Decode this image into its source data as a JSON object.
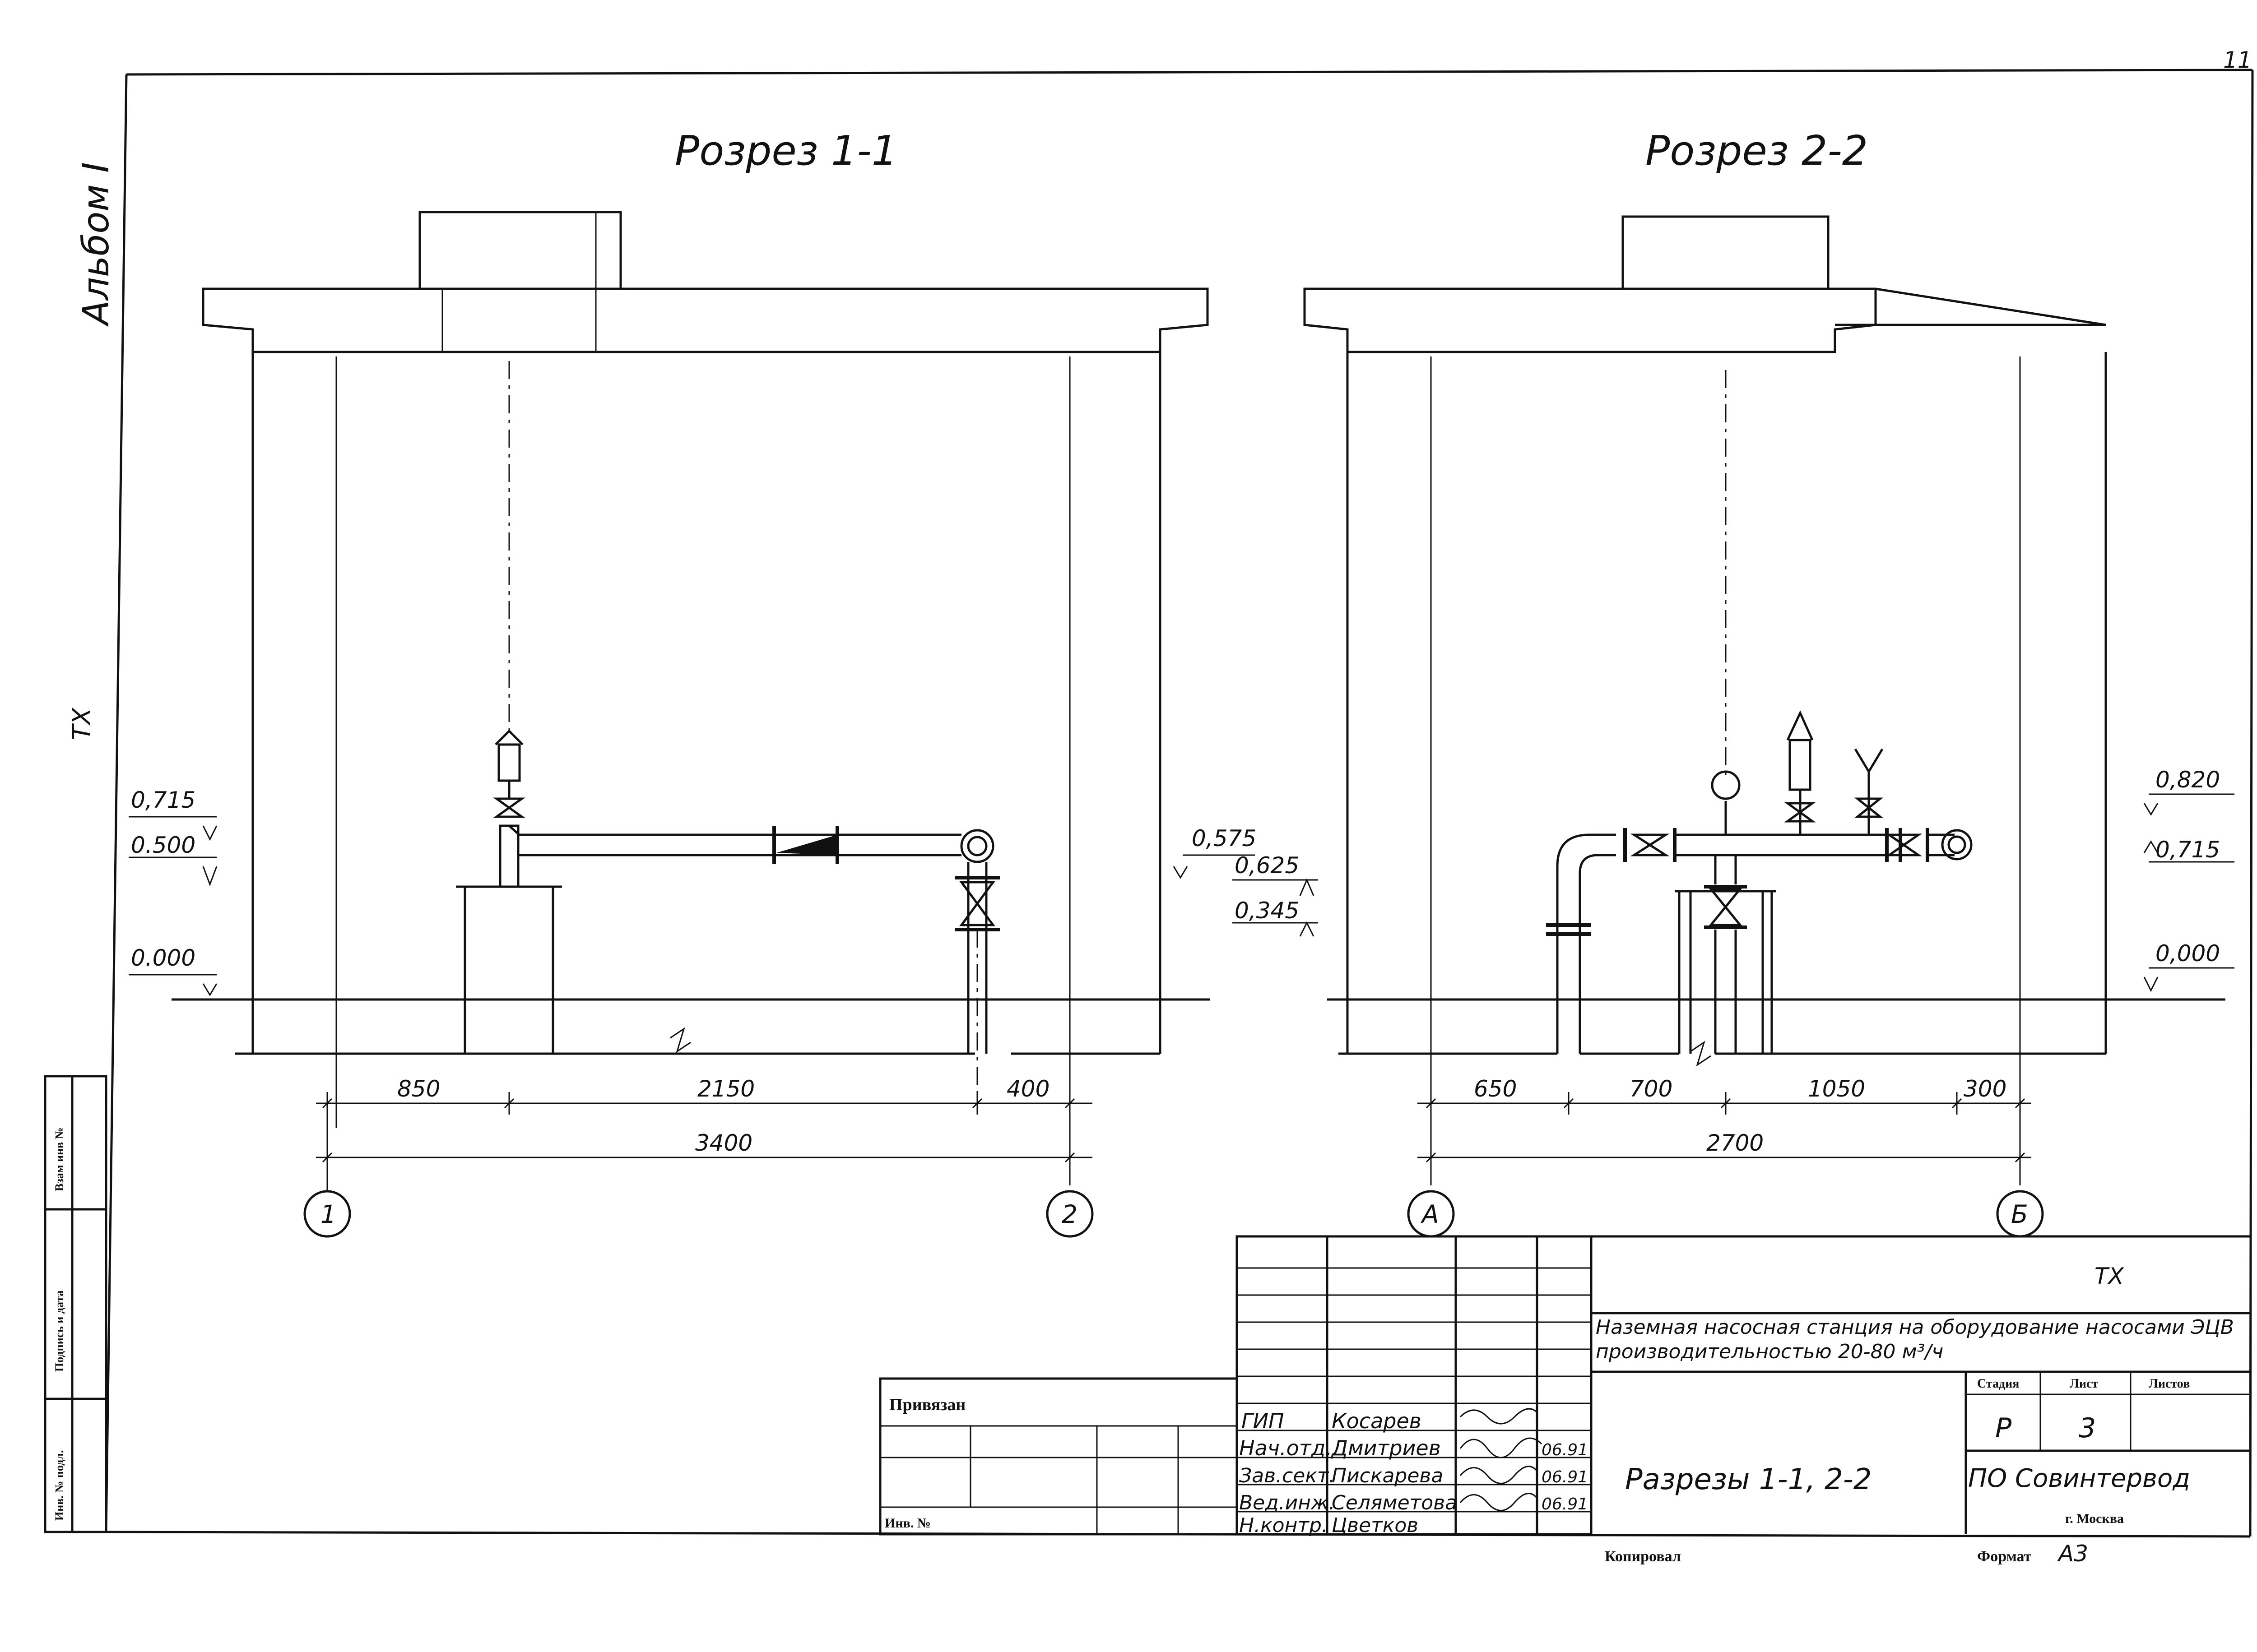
{
  "sections": {
    "left_title": "Розрез 1-1",
    "right_title": "Розрез 2-2"
  },
  "margin_notes": {
    "album": "Альбом I",
    "side_mark": "ТХ"
  },
  "left_section": {
    "levels": [
      "0,715",
      "0.500",
      "0.000",
      "0,575"
    ],
    "dims": [
      "850",
      "2150",
      "400",
      "3400"
    ],
    "axes": [
      "1",
      "2"
    ]
  },
  "right_section": {
    "levels_left": [
      "0,625",
      "0,345"
    ],
    "levels_right": [
      "0,820",
      "0,715",
      "0,000"
    ],
    "dims": [
      "650",
      "700",
      "1050",
      "300",
      "2700"
    ],
    "axes": [
      "А",
      "Б"
    ]
  },
  "left_stamp": {
    "rows": [
      "Взам инв №",
      "Подпись и дата",
      "Инв. № подл."
    ]
  },
  "title_block": {
    "privyazan": "Привязан",
    "inv": "Инв. №",
    "code": "ТХ",
    "project": "Наземная насосная станция на оборудование насосами ЭЦВ производительностью 20-80 м³/ч",
    "sheet_name": "Разрезы 1-1, 2-2",
    "stage_head": "Стадия",
    "sheet_head": "Лист",
    "sheets_head": "Листов",
    "stage": "Р",
    "sheet": "3",
    "org": "ПО Совинтервод",
    "city": "г. Москва",
    "copied": "Копировал",
    "format_label": "Формат",
    "format": "А3",
    "staff": [
      {
        "role": "ГИП",
        "name": "Косарев",
        "date": ""
      },
      {
        "role": "Нач.отд.",
        "name": "Дмитриев",
        "date": "06.91"
      },
      {
        "role": "Зав.сект.",
        "name": "Пискарева",
        "date": "06.91"
      },
      {
        "role": "Вед.инж.",
        "name": "Селяметова",
        "date": "06.91"
      },
      {
        "role": "Н.контр.",
        "name": "Цветков",
        "date": ""
      }
    ]
  },
  "page_number": "11"
}
